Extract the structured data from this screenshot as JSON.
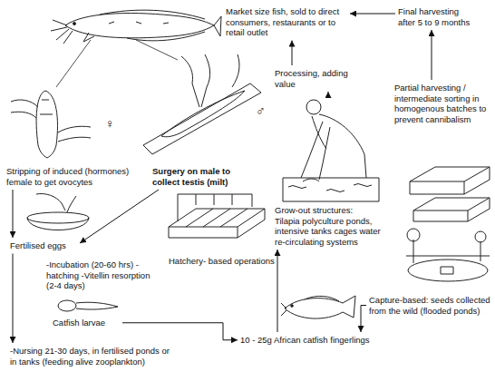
{
  "diagram": {
    "nodes": [
      {
        "text": [
          "Market size fish, sold to direct consumers, restaurants or to retail outlet"
        ]
      },
      {
        "text": [
          "Final harvesting after 5 to 9 months"
        ]
      },
      {
        "text": [
          "Processing, adding value"
        ]
      },
      {
        "text": [
          "Partial harvesting / intermediate sorting in homogenous batches to prevent cannibalism"
        ]
      },
      {
        "text": [
          "Stripping of induced (hormones) female to get ovocytes"
        ]
      },
      {
        "text": [
          "Surgery on male to collect testis (milt)"
        ]
      },
      {
        "text": [
          "Grow-out structures:",
          "Tilapia polyculture ponds, intensive tanks cages water re-circulating systems"
        ]
      },
      {
        "text": [
          "Fertilised eggs"
        ]
      },
      {
        "text": [
          "-Incubation (20-60 hrs) -hatching -Vitellin resorption (2-4 days)"
        ]
      },
      {
        "text": [
          "Catfish larvae"
        ]
      },
      {
        "text": [
          "10 - 25g African catfish fingerlings"
        ]
      },
      {
        "text": [
          "Capture-based: seeds collected from the wild (flooded ponds)"
        ]
      },
      {
        "text": [
          "-Nursing 21-30 days, in fertilised ponds or in tanks (feeding alive zooplankton)"
        ]
      }
    ],
    "edges": [
      {
        "from": 1,
        "to": 0,
        "arrow": "to"
      },
      {
        "from": 2,
        "to": 0,
        "arrow": "to"
      },
      {
        "from": 3,
        "to": 1,
        "arrow": "to"
      },
      {
        "from": 6,
        "to": 2,
        "arrow": "to"
      },
      {
        "from": 4,
        "to": 7,
        "arrow": "to"
      },
      {
        "from": 5,
        "to": 7,
        "arrow": "to"
      },
      {
        "from": 7,
        "to": 12,
        "arrow": "to"
      },
      {
        "from": 9,
        "to": 10,
        "arrow": "to"
      },
      {
        "from": 11,
        "to": 10,
        "arrow": "to"
      },
      {
        "from": 10,
        "to": 6,
        "arrow": "to"
      }
    ],
    "labels": [
      "♀",
      "♂",
      "Hatchery- based operations"
    ]
  }
}
